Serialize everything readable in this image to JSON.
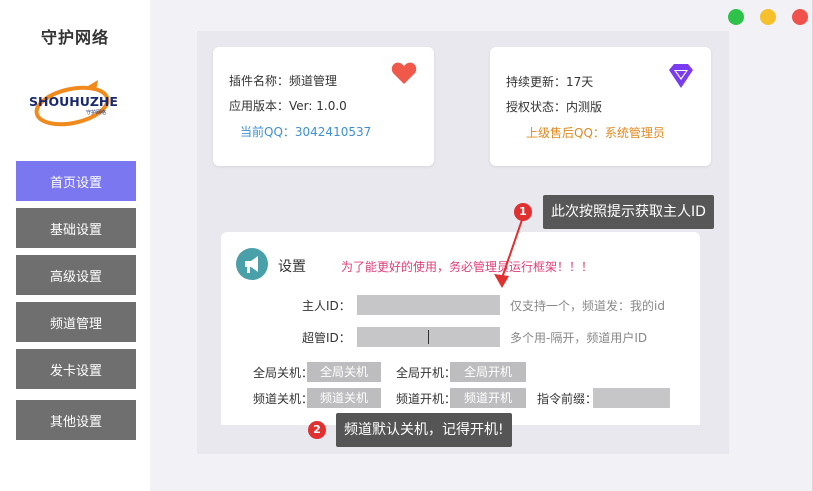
{
  "app": {
    "title": "守护网络",
    "logo_text": "SHOUHUZHE",
    "logo_sub": "守护网络"
  },
  "window_controls": {
    "colors": [
      "#2ec24a",
      "#f5c02c",
      "#f0524b"
    ],
    "names": [
      "maximize",
      "minimize",
      "close"
    ]
  },
  "nav": {
    "items": [
      {
        "label": "首页设置",
        "active": true
      },
      {
        "label": "基础设置"
      },
      {
        "label": "高级设置"
      },
      {
        "label": "频道管理"
      },
      {
        "label": "发卡设置"
      },
      {
        "label": "其他设置"
      }
    ]
  },
  "plugin_card": {
    "name": "插件名称：频道管理",
    "version": "应用版本：Ver: 1.0.0",
    "qq": "当前QQ：3042410537",
    "icon": "heart-icon"
  },
  "update_card": {
    "update": "持续更新：17天",
    "auth": "授权状态：内测版",
    "seller": "上级售后QQ：系统管理员",
    "icon": "diamond-icon"
  },
  "settings": {
    "title": "设置",
    "warning": "为了能更好的使用，务必管理员运行框架！！！",
    "owner_label": "主人ID：",
    "owner_hint": "仅支持一个，频道发：我的id",
    "admin_label": "超管ID：",
    "admin_hint": "多个用-隔开，频道用户ID",
    "global_off_label": "全局关机：",
    "global_off_btn": "全局关机",
    "global_on_label": "全局开机：",
    "global_on_btn": "全局开机",
    "channel_off_label": "频道关机：",
    "channel_off_btn": "频道关机",
    "channel_on_label": "频道开机：",
    "channel_on_btn": "频道开机",
    "prefix_label": "指令前缀："
  },
  "tips": {
    "tip1_num": "1",
    "tip1": "此次按照提示获取主人ID",
    "tip2_num": "2",
    "tip2": "频道默认关机，记得开机!"
  }
}
